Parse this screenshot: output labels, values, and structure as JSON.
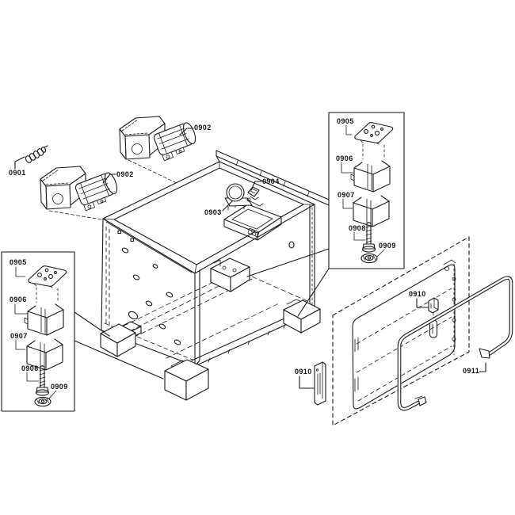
{
  "diagram": {
    "type": "exploded-parts-diagram",
    "colors": {
      "background": "#ffffff",
      "line": "#1a1a1a"
    },
    "callouts": {
      "c0901": "0901",
      "c0902_upper": "0902",
      "c0902_lower": "0902",
      "c0903": "0903",
      "c0904": "0904",
      "left_box": {
        "p0905": "0905",
        "p0906": "0906",
        "p0907": "0907",
        "p0908": "0908",
        "p0909": "0909"
      },
      "right_box": {
        "p0905": "0905",
        "p0906": "0906",
        "p0907": "0907",
        "p0908": "0908",
        "p0909": "0909"
      },
      "c0910_panel": "0910",
      "c0910_left": "0910",
      "c0911": "0911"
    }
  }
}
